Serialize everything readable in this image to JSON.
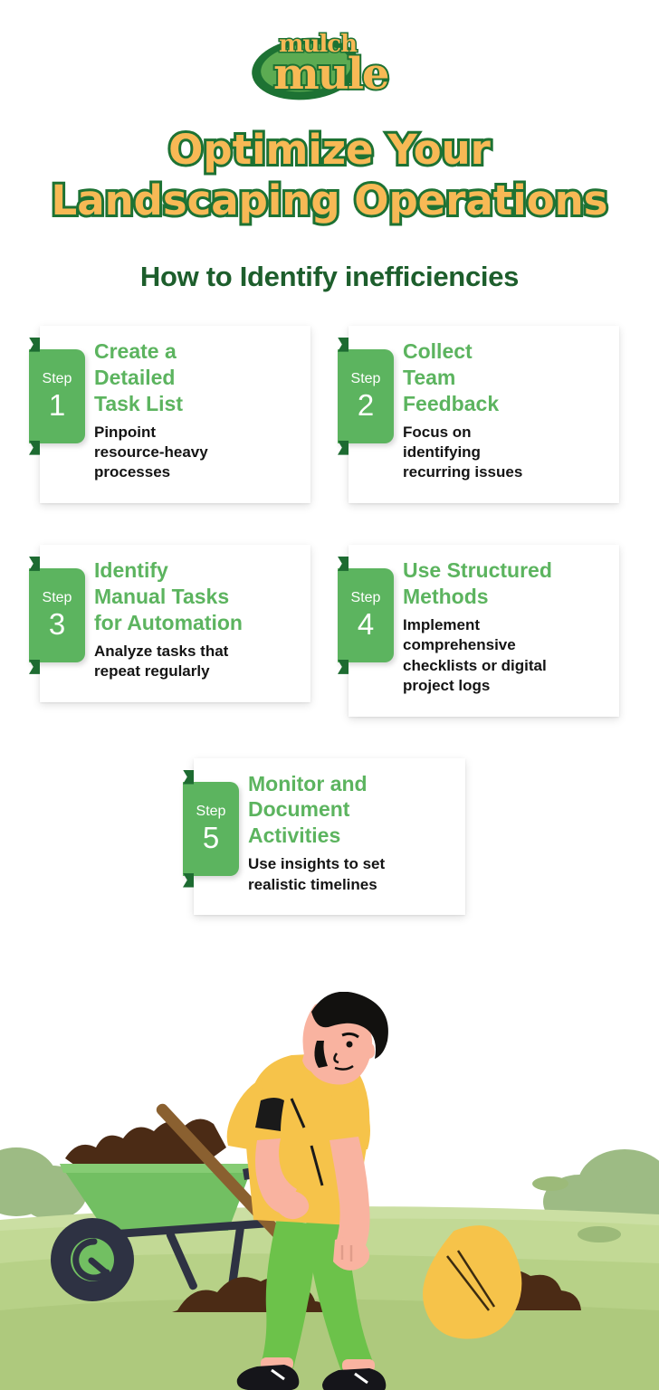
{
  "logo": {
    "word_top": "mulch",
    "word_bottom": "mule",
    "colors": {
      "dark_green": "#1d7233",
      "mid_green": "#5cab52",
      "amber": "#f7b955"
    }
  },
  "headline": {
    "line1": "Optimize Your",
    "line2": "Landscaping Operations",
    "text_color": "#f7b955",
    "outline_color": "#1d7233"
  },
  "subheadline": {
    "text": "How to Identify inefficiencies",
    "color": "#1d5e2c"
  },
  "steps": [
    {
      "badge_word": "Step",
      "badge_number": "1",
      "title": "Create a\nDetailed\nTask List",
      "description": "Pinpoint\nresource-heavy\nprocesses"
    },
    {
      "badge_word": "Step",
      "badge_number": "2",
      "title": "Collect\nTeam\nFeedback",
      "description": "Focus on\nidentifying\nrecurring issues"
    },
    {
      "badge_word": "Step",
      "badge_number": "3",
      "title": "Identify\nManual Tasks\nfor Automation",
      "description": "Analyze tasks that\nrepeat regularly"
    },
    {
      "badge_word": "Step",
      "badge_number": "4",
      "title": "Use Structured\nMethods",
      "description": "Implement\ncomprehensive\nchecklists or digital\nproject logs"
    },
    {
      "badge_word": "Step",
      "badge_number": "5",
      "title": "Monitor and\nDocument\nActivities",
      "description": "Use insights to set\nrealistic timelines"
    }
  ],
  "illustration": {
    "name": "landscaper-digging-with-wheelbarrow",
    "colors": {
      "shirt": "#f5c councillor",
      "shirt_yellow": "#f6c34a",
      "pants_green": "#6cc24a",
      "skin": "#f9b3a0",
      "hair": "#12110f",
      "wheelbarrow_body": "#6cb75c",
      "wheelbarrow_frame": "#2e3243",
      "soil": "#4a2c14",
      "shovel_blade": "#f6c34a",
      "handle_wood": "#8a6030",
      "grass_front": "#b9d38a",
      "grass_mid": "#c6dc9a",
      "bush": "#94b57d"
    }
  }
}
